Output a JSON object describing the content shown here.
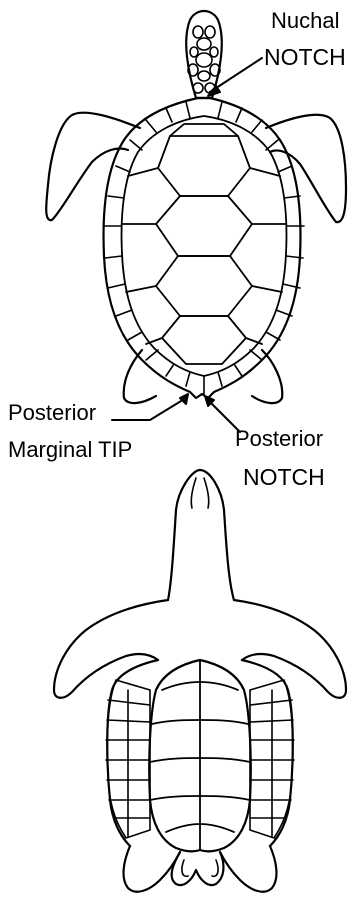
{
  "labels": {
    "nuchal": "Nuchal",
    "nuchal_notch": "NOTCH",
    "posterior_tip_line1": "Posterior",
    "posterior_tip_line2": "Marginal TIP",
    "posterior_notch_line1": "Posterior",
    "posterior_notch_line2": "NOTCH"
  },
  "colors": {
    "ink": "#000000",
    "paper": "#ffffff"
  }
}
